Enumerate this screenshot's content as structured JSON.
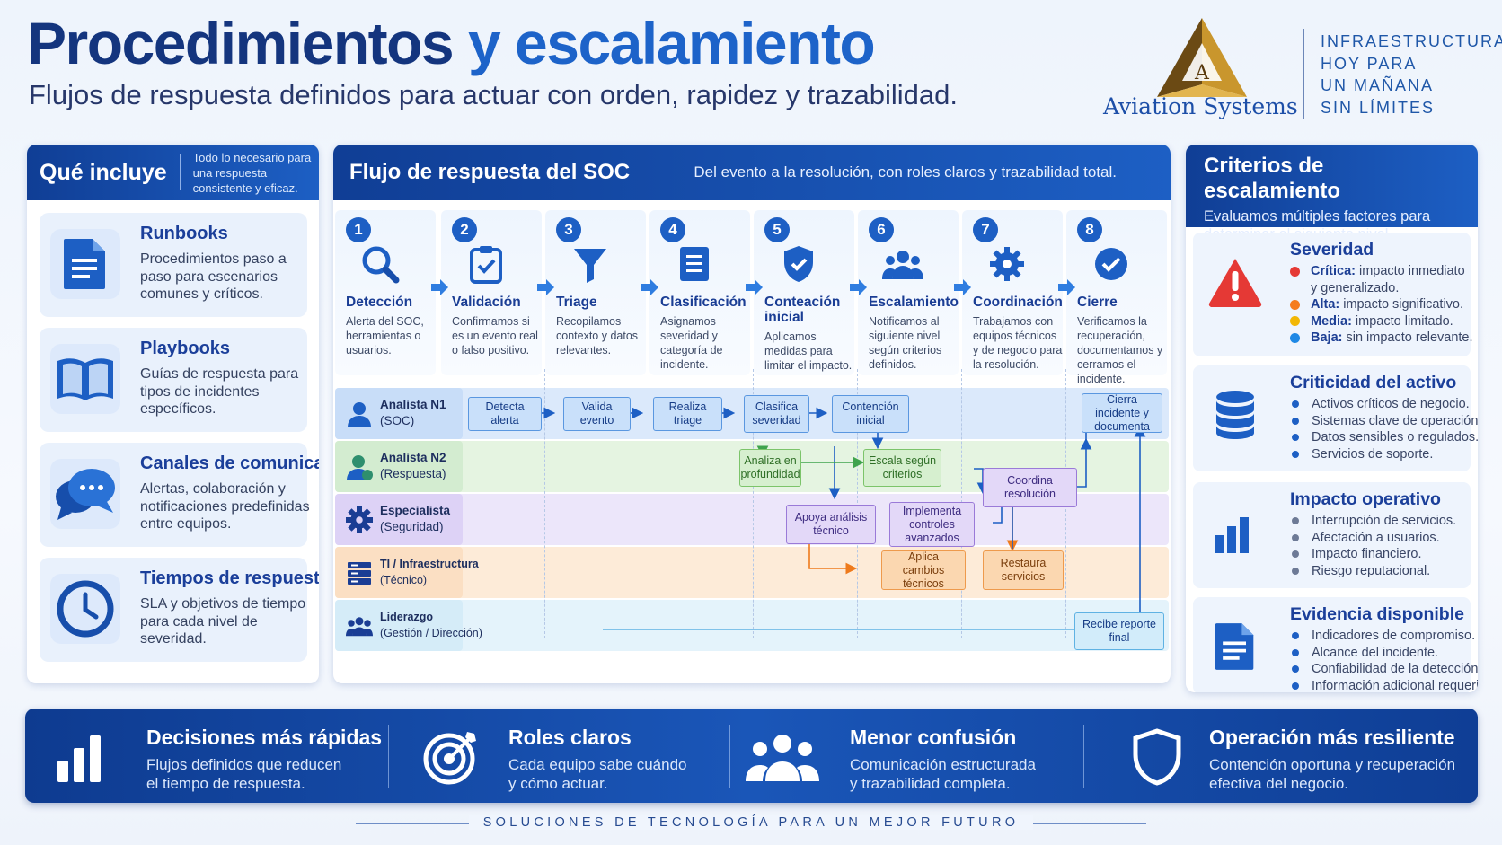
{
  "header": {
    "title_part1": "Procedimientos",
    "title_part2": "y escalamiento",
    "subtitle": "Flujos de respuesta definidos para actuar con orden, rapidez y trazabilidad.",
    "logo_letter": "A",
    "logo_text": "Aviation Systems",
    "tagline": [
      "INFRAESTRUCTURA",
      "HOY PARA",
      "UN MAÑANA",
      "SIN LÍMITES"
    ]
  },
  "includes": {
    "title": "Qué incluye",
    "description": "Todo lo necesario para una respuesta consistente y eficaz.",
    "items": [
      {
        "title": "Runbooks",
        "desc": "Procedimientos paso a paso para escenarios comunes y críticos.",
        "icon": "document-icon"
      },
      {
        "title": "Playbooks",
        "desc": "Guías de respuesta para tipos de incidentes específicos.",
        "icon": "book-icon"
      },
      {
        "title": "Canales de comunicación",
        "desc": "Alertas, colaboración y notificaciones predefinidas entre equipos.",
        "icon": "chat-icon"
      },
      {
        "title": "Tiempos de respuesta",
        "desc": "SLA y objetivos de tiempo para cada nivel de severidad.",
        "icon": "clock-icon"
      }
    ]
  },
  "flow": {
    "title": "Flujo de respuesta del SOC",
    "subtitle": "Del evento a la resolución, con roles claros y trazabilidad total.",
    "steps": [
      {
        "num": "1",
        "title": "Detección",
        "desc": "Alerta del SOC, herramientas o usuarios.",
        "icon": "magnifier-icon"
      },
      {
        "num": "2",
        "title": "Validación",
        "desc": "Confirmamos si es un evento real o falso positivo.",
        "icon": "clipboard-check-icon"
      },
      {
        "num": "3",
        "title": "Triage",
        "desc": "Recopilamos contexto y datos relevantes.",
        "icon": "funnel-icon"
      },
      {
        "num": "4",
        "title": "Clasificación",
        "desc": "Asignamos severidad y categoría de incidente.",
        "icon": "list-icon"
      },
      {
        "num": "5",
        "title": "Conteación inicial",
        "desc": "Aplicamos medidas para limitar el impacto.",
        "icon": "shield-check-icon"
      },
      {
        "num": "6",
        "title": "Escalamiento",
        "desc": "Notificamos al siguiente nivel según criterios definidos.",
        "icon": "team-icon"
      },
      {
        "num": "7",
        "title": "Coordinación",
        "desc": "Trabajamos con equipos técnicos y de negocio para la resolución.",
        "icon": "gear-icon"
      },
      {
        "num": "8",
        "title": "Cierre",
        "desc": "Verificamos la recuperación, documentamos y cerramos el incidente.",
        "icon": "check-circle-icon"
      }
    ],
    "lanes": [
      {
        "name": "Analista N1",
        "sub": "(SOC)",
        "color": "#dbe9fb",
        "label_color": "#c8ddf8",
        "icon": "user-icon"
      },
      {
        "name": "Analista N2",
        "sub": "(Respuesta)",
        "color": "#e5f4e1",
        "label_color": "#d3ecd0",
        "icon": "user-plus-icon"
      },
      {
        "name": "Especialista",
        "sub": "(Seguridad)",
        "color": "#ece6fa",
        "label_color": "#ddd2f6",
        "icon": "gear-icon"
      },
      {
        "name": "TI / Infraestructura",
        "sub": "(Técnico)",
        "color": "#fdebd8",
        "label_color": "#fbdfc3",
        "icon": "server-icon"
      },
      {
        "name": "Liderazgo",
        "sub": "(Gestión / Dirección)",
        "color": "#e4f3fb",
        "label_color": "#d5ecf8",
        "icon": "group-icon"
      }
    ],
    "boxes": {
      "detecta": "Detecta alerta",
      "valida": "Valida evento",
      "triage": "Realiza triage",
      "clasifica": "Clasifica severidad",
      "contencion": "Contención inicial",
      "cierra": "Cierra incidente y documenta",
      "analiza": "Analiza en profundidad",
      "escala": "Escala según criterios",
      "coordina": "Coordina resolución",
      "apoya": "Apoya análisis técnico",
      "implementa": "Implementa controles avanzados",
      "aplica": "Aplica cambios técnicos",
      "restaura": "Restaura servicios",
      "recibe": "Recibe reporte final"
    }
  },
  "criteria": {
    "title": "Criterios de escalamiento",
    "description": "Evaluamos múltiples factores para determinar el siguiente nivel.",
    "severity": {
      "title": "Severidad",
      "icon": "warning-icon",
      "items": [
        {
          "label": "Crítica:",
          "text": "impacto inmediato",
          "cont": "y generalizado.",
          "color": "#e53935"
        },
        {
          "label": "Alta:",
          "text": "impacto significativo.",
          "color": "#f57c1f"
        },
        {
          "label": "Media:",
          "text": "impacto limitado.",
          "color": "#f2b705"
        },
        {
          "label": "Baja:",
          "text": "sin impacto relevante.",
          "color": "#1e88e5"
        }
      ]
    },
    "asset": {
      "title": "Criticidad del activo",
      "icon": "database-icon",
      "items": [
        "Activos críticos de negocio.",
        "Sistemas clave de operación.",
        "Datos sensibles o regulados.",
        "Servicios de soporte."
      ]
    },
    "impact": {
      "title": "Impacto operativo",
      "icon": "bar-chart-icon",
      "items": [
        "Interrupción de servicios.",
        "Afectación a usuarios.",
        "Impacto financiero.",
        "Riesgo reputacional."
      ]
    },
    "evidence": {
      "title": "Evidencia disponible",
      "icon": "document-icon",
      "items": [
        "Indicadores de compromiso.",
        "Alcance del incidente.",
        "Confiabilidad de la detección.",
        "Información adicional requerida."
      ]
    }
  },
  "benefits": [
    {
      "title": "Decisiones más rápidas",
      "desc1": "Flujos definidos que reducen",
      "desc2": "el tiempo de respuesta.",
      "icon": "bar-chart-icon"
    },
    {
      "title": "Roles claros",
      "desc1": "Cada equipo sabe cuándo",
      "desc2": "y cómo actuar.",
      "icon": "target-icon"
    },
    {
      "title": "Menor confusión",
      "desc1": "Comunicación estructurada",
      "desc2": "y trazabilidad completa.",
      "icon": "people-icon"
    },
    {
      "title": "Operación más resiliente",
      "desc1": "Contención oportuna y recuperación",
      "desc2": "efectiva del negocio.",
      "icon": "shield-icon"
    }
  ],
  "footer": "SOLUCIONES DE TECNOLOGÍA PARA UN MEJOR FUTURO"
}
